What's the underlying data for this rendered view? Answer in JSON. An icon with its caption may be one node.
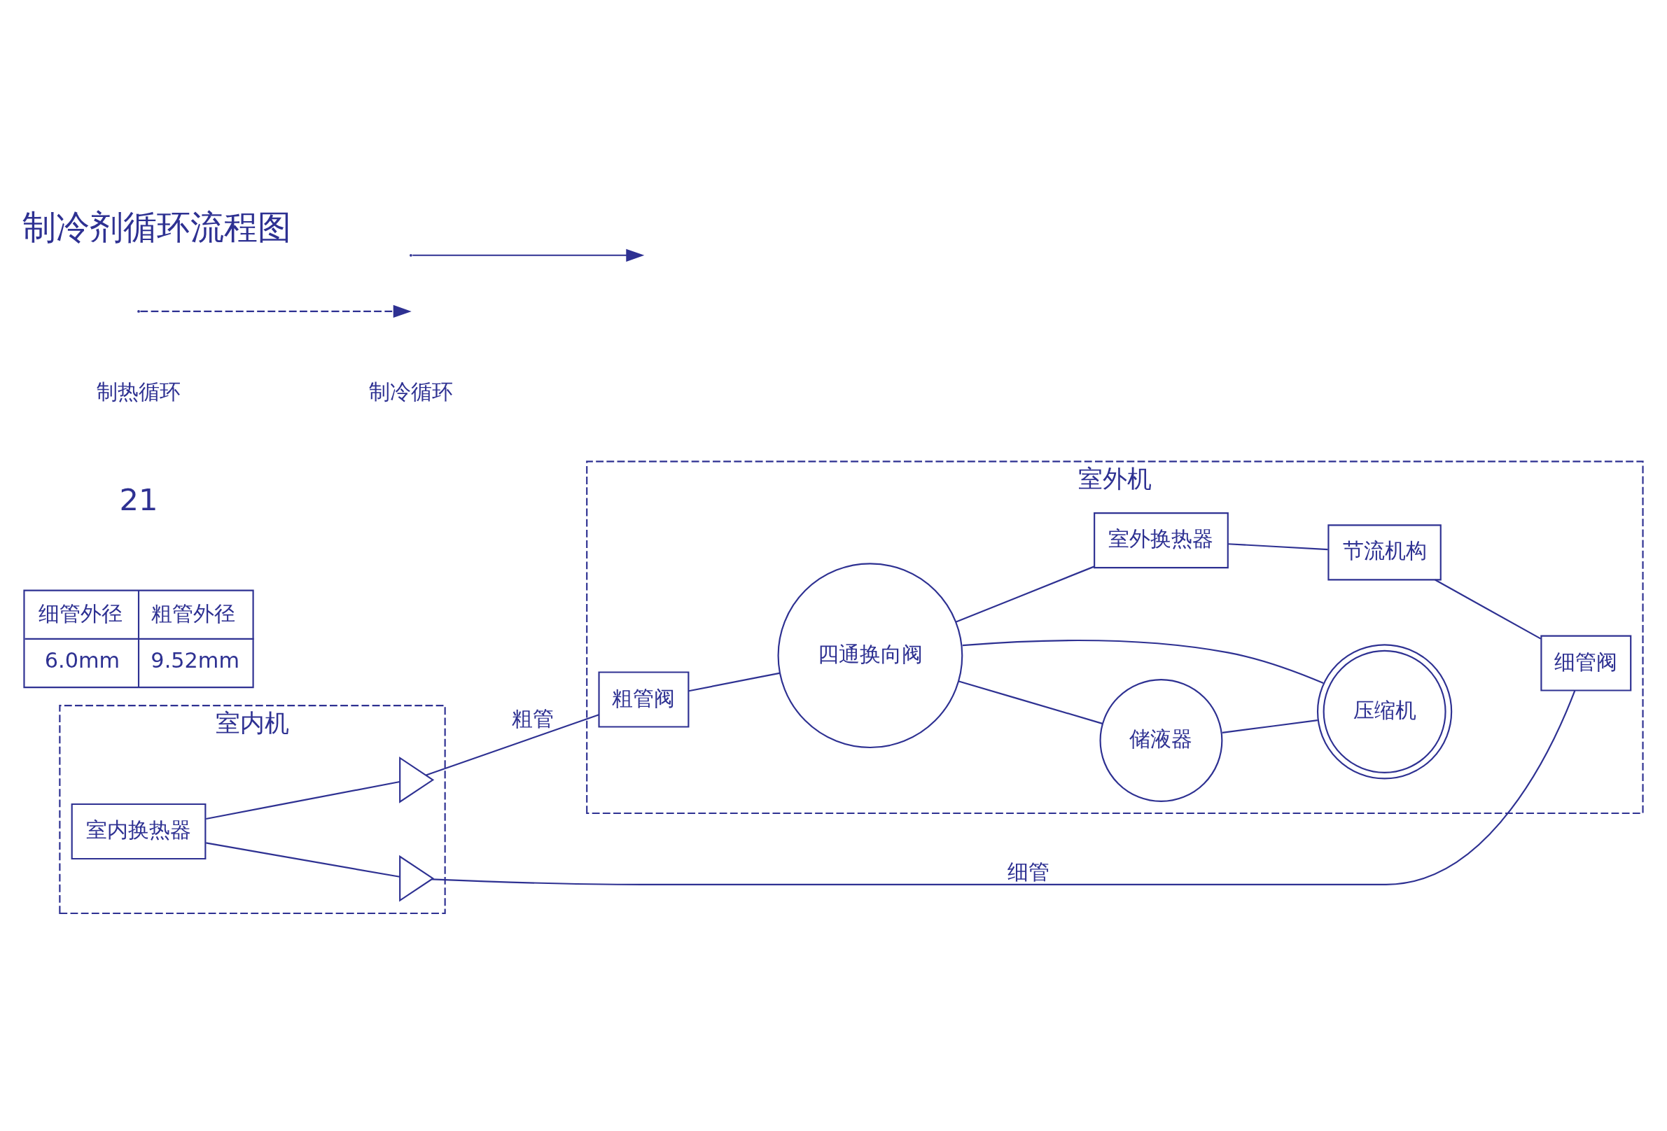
{
  "diagram": {
    "title": "制冷剂循环流程图",
    "nodes": [
      {
        "text": [
          "室内机"
        ]
      },
      {
        "text": [
          "室外机"
        ]
      },
      {
        "text": [
          "室内换热器"
        ],
        "in": 0
      },
      {
        "text": [],
        "shape": "triangle",
        "in": 0
      },
      {
        "text": [],
        "shape": "triangle",
        "in": 0
      },
      {
        "text": [
          "粗管阀"
        ],
        "in": 1
      },
      {
        "text": [
          "细管阀"
        ],
        "in": 1
      },
      {
        "text": [
          "四通换向阀"
        ],
        "in": 1
      },
      {
        "text": [
          "储液器"
        ],
        "in": 1
      },
      {
        "text": [
          "压缩机"
        ],
        "in": 1
      },
      {
        "text": [
          "室外换热器"
        ],
        "in": 1
      },
      {
        "text": [
          "节流机构"
        ],
        "in": 1
      }
    ],
    "edges": [
      {
        "from": 2,
        "to": 3,
        "arrow": "none"
      },
      {
        "from": 3,
        "to": 5,
        "arrow": "none",
        "label": "粗管"
      },
      {
        "from": 5,
        "to": 7,
        "arrow": "none"
      },
      {
        "from": 7,
        "to": 8,
        "arrow": "none"
      },
      {
        "from": 8,
        "to": 9,
        "arrow": "none"
      },
      {
        "from": 9,
        "to": 7,
        "arrow": "none"
      },
      {
        "from": 7,
        "to": 10,
        "arrow": "none"
      },
      {
        "from": 10,
        "to": 11,
        "arrow": "none"
      },
      {
        "from": 11,
        "to": 6,
        "arrow": "none"
      },
      {
        "from": 6,
        "to": 4,
        "arrow": "none",
        "label": "细管"
      },
      {
        "from": 4,
        "to": 2,
        "arrow": "none"
      }
    ],
    "labels": [
      "细管外径",
      "粗管外径",
      "6.0mm",
      "9.52mm",
      "21"
    ],
    "legend": [
      {
        "text": "制热循环"
      },
      {
        "text": "制冷循环"
      }
    ]
  }
}
